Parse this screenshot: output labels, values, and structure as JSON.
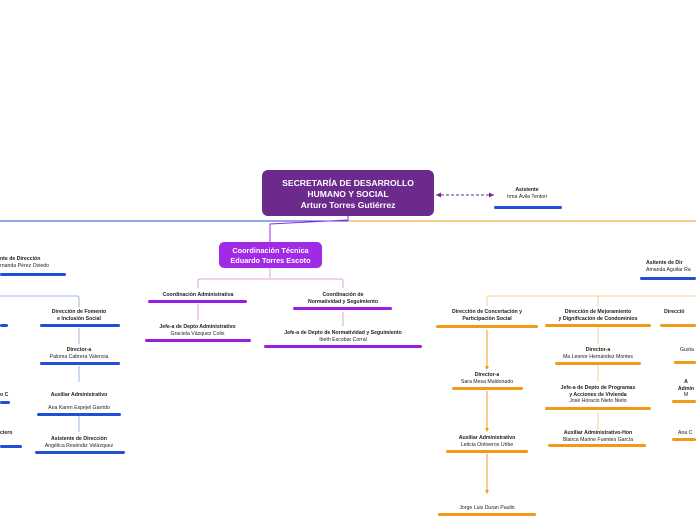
{
  "root": {
    "line1": "SECRETARÍA DE DESARROLLO",
    "line2": "HUMANO Y SOCIAL",
    "line3": "Arturo Torres Gutiérrez"
  },
  "asistente": {
    "title": "Asistente",
    "name": "Irma Ávila Tentori"
  },
  "coordinacion": {
    "line1": "Coordinación Técnica",
    "line2": "Eduardo Torres Escoto"
  },
  "coord_admin": {
    "title": "Coordinación Administrativa"
  },
  "jefe_admin": {
    "title": "Jefe-a de Depto Administrativo",
    "name": "Graciela Vázquez Colis"
  },
  "coord_normatividad": {
    "title1": "Coordinación de",
    "title2": "Normatividad y Seguimiento"
  },
  "jefe_normatividad": {
    "title": "Jefe-a de Depto de Normatividad y Seguimiento",
    "name": "Ibeth Escobar Corral"
  },
  "left": {
    "asistente_dir": {
      "title": "nte de Dirección",
      "name": "rnanda Pérez Oviedo"
    },
    "fomento": {
      "title1": "Dirección de Fomento",
      "title2": "e Inclusión Social"
    },
    "director": {
      "title": "Director-a",
      "name": "Paloma Cabrera Valencia"
    },
    "auxiliar": {
      "title": "Auxiliar Administrativo",
      "name": "Ana Karen Espejel Garrido"
    },
    "asistente": {
      "title": "Asistente de Dirección",
      "name": "Angélica Reséndiz Velázquez"
    },
    "cut1": "o C",
    "cut2": "ciero"
  },
  "right": {
    "asistente_dir": {
      "title": "Asitente de Dir",
      "name": "Amanda Aguilar Ra"
    },
    "concertacion": {
      "title1": "Dirección de Concertación y",
      "title2": "Participación Social"
    },
    "director_conc": {
      "title": "Director-a",
      "name": "Sara Mesa Maldonado"
    },
    "auxiliar_conc": {
      "title": "Auxiliar Administrativo",
      "name": "Leticia Ontiveros Uribe"
    },
    "jorge": {
      "name": "Jorge Luis Duran Paulin"
    },
    "mejoramiento": {
      "title1": "Dirección de Mejoramiento",
      "title2": "y Dignificación de Condominios"
    },
    "director_mej": {
      "title": "Director-a",
      "name": "Ma Leonor Hernández Montes"
    },
    "jefe_programas": {
      "title1": "Jefe-a de Depto de Programas",
      "title2": "y Acciones de Vivienda",
      "name": "José Horacio Nieto Nieto"
    },
    "auxiliar_hon": {
      "title": "Auxiliar Administrativo-Hon",
      "name": "Blanca Marine Fuentes García"
    },
    "cut_dir": "Direcció",
    "cut_gusta": "Gusta",
    "cut_a": "A",
    "cut_admin": "Admin",
    "cut_m": "M",
    "cut_ana": "Ana C"
  }
}
